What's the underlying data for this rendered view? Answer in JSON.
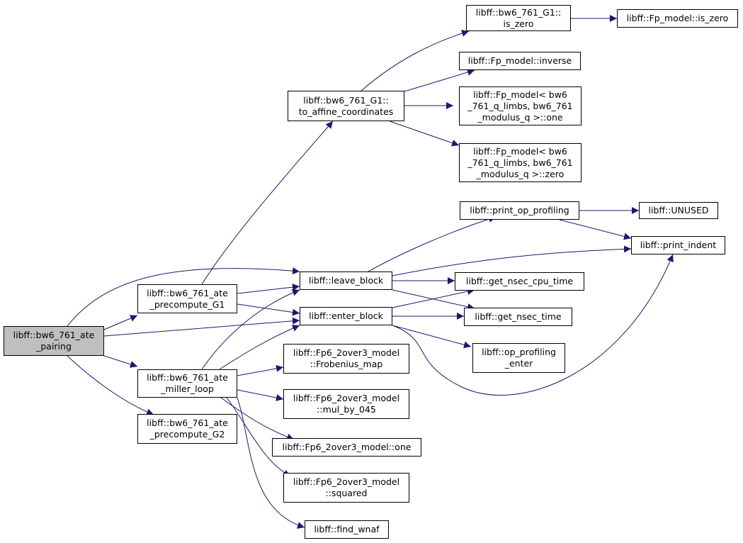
{
  "colors": {
    "edge": "#191970",
    "root_fill": "#bfbfbf",
    "node_fill": "#ffffff",
    "border": "#000000"
  },
  "nodes": {
    "pairing": {
      "lines": [
        "libff::bw6_761_ate",
        "_pairing"
      ]
    },
    "pre_g1": {
      "lines": [
        "libff::bw6_761_ate",
        "_precompute_G1"
      ]
    },
    "miller": {
      "lines": [
        "libff::bw6_761_ate",
        "_miller_loop"
      ]
    },
    "pre_g2": {
      "lines": [
        "libff::bw6_761_ate",
        "_precompute_G2"
      ]
    },
    "to_affine": {
      "lines": [
        "libff::bw6_761_G1::",
        "to_affine_coordinates"
      ]
    },
    "leave": {
      "lines": [
        "libff::leave_block"
      ]
    },
    "enter": {
      "lines": [
        "libff::enter_block"
      ]
    },
    "frob": {
      "lines": [
        "libff::Fp6_2over3_model",
        "::Frobenius_map"
      ]
    },
    "mul045": {
      "lines": [
        "libff::Fp6_2over3_model",
        "::mul_by_045"
      ]
    },
    "fp6one": {
      "lines": [
        "libff::Fp6_2over3_model::one"
      ]
    },
    "squared": {
      "lines": [
        "libff::Fp6_2over3_model",
        "::squared"
      ]
    },
    "wnaf": {
      "lines": [
        "libff::find_wnaf"
      ]
    },
    "g1_is_zero": {
      "lines": [
        "libff::bw6_761_G1::",
        "is_zero"
      ]
    },
    "fp_inverse": {
      "lines": [
        "libff::Fp_model::inverse"
      ]
    },
    "fp_one": {
      "lines": [
        "libff::Fp_model< bw6",
        "_761_q_limbs, bw6_761",
        "_modulus_q >::one"
      ]
    },
    "fp_zero": {
      "lines": [
        "libff::Fp_model< bw6",
        "_761_q_limbs, bw6_761",
        "_modulus_q >::zero"
      ]
    },
    "print_op": {
      "lines": [
        "libff::print_op_profiling"
      ]
    },
    "cpu_time": {
      "lines": [
        "libff::get_nsec_cpu_time"
      ]
    },
    "nsec_time": {
      "lines": [
        "libff::get_nsec_time"
      ]
    },
    "op_enter": {
      "lines": [
        "libff::op_profiling",
        "_enter"
      ]
    },
    "fp_is_zero": {
      "lines": [
        "libff::Fp_model::is_zero"
      ]
    },
    "unused": {
      "lines": [
        "libff::UNUSED"
      ]
    },
    "indent": {
      "lines": [
        "libff::print_indent"
      ]
    }
  },
  "edges": [
    [
      "pairing",
      "leave"
    ],
    [
      "pairing",
      "pre_g1"
    ],
    [
      "pairing",
      "enter"
    ],
    [
      "pairing",
      "miller"
    ],
    [
      "pairing",
      "pre_g2"
    ],
    [
      "pre_g1",
      "to_affine"
    ],
    [
      "pre_g1",
      "leave"
    ],
    [
      "pre_g1",
      "enter"
    ],
    [
      "miller",
      "leave"
    ],
    [
      "miller",
      "enter"
    ],
    [
      "miller",
      "frob"
    ],
    [
      "miller",
      "mul045"
    ],
    [
      "miller",
      "fp6one"
    ],
    [
      "miller",
      "squared"
    ],
    [
      "miller",
      "wnaf"
    ],
    [
      "to_affine",
      "g1_is_zero"
    ],
    [
      "to_affine",
      "fp_inverse"
    ],
    [
      "to_affine",
      "fp_one"
    ],
    [
      "to_affine",
      "fp_zero"
    ],
    [
      "g1_is_zero",
      "fp_is_zero"
    ],
    [
      "leave",
      "print_op"
    ],
    [
      "leave",
      "indent"
    ],
    [
      "leave",
      "cpu_time"
    ],
    [
      "leave",
      "nsec_time"
    ],
    [
      "enter",
      "cpu_time"
    ],
    [
      "enter",
      "nsec_time"
    ],
    [
      "enter",
      "op_enter"
    ],
    [
      "enter",
      "indent"
    ],
    [
      "print_op",
      "unused"
    ],
    [
      "print_op",
      "indent"
    ]
  ]
}
